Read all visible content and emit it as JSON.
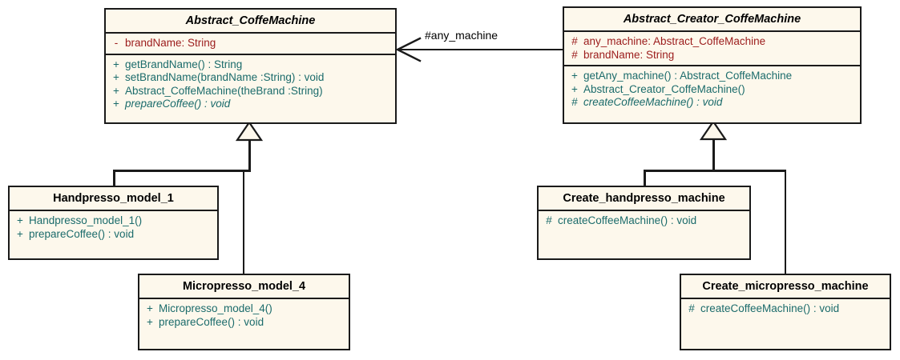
{
  "diagram": {
    "title": "Abstract Factory / Factory Method UML class diagram",
    "type": "uml-class-diagram",
    "colors": {
      "class_fill": "#FDF8EC",
      "border": "#1a1a1a",
      "attribute_text": "#9B1B1B",
      "method_text": "#1B6B6B",
      "class_name_text": "#000000",
      "background": "#ffffff"
    }
  },
  "classes": {
    "abstract_coffemachine": {
      "name": "Abstract_CoffeMachine",
      "abstract": true,
      "attributes": [
        {
          "visibility": "-",
          "text": "brandName:  String",
          "abstract": false
        }
      ],
      "methods": [
        {
          "visibility": "+",
          "text": "getBrandName() : String",
          "abstract": false
        },
        {
          "visibility": "+",
          "text": "setBrandName(brandName :String) : void",
          "abstract": false
        },
        {
          "visibility": "+",
          "text": "Abstract_CoffeMachine(theBrand :String)",
          "abstract": false
        },
        {
          "visibility": "+",
          "text": "prepareCoffee() : void",
          "abstract": true
        }
      ]
    },
    "abstract_creator_coffemachine": {
      "name": "Abstract_Creator_CoffeMachine",
      "abstract": true,
      "attributes": [
        {
          "visibility": "#",
          "text": "any_machine:  Abstract_CoffeMachine",
          "abstract": false
        },
        {
          "visibility": "#",
          "text": "brandName:  String",
          "abstract": false
        }
      ],
      "methods": [
        {
          "visibility": "+",
          "text": "getAny_machine() : Abstract_CoffeMachine",
          "abstract": false
        },
        {
          "visibility": "+",
          "text": "Abstract_Creator_CoffeMachine()",
          "abstract": false
        },
        {
          "visibility": "#",
          "text": "createCoffeeMachine() : void",
          "abstract": true
        }
      ]
    },
    "handpresso_model_1": {
      "name": "Handpresso_model_1",
      "abstract": false,
      "attributes": [],
      "methods": [
        {
          "visibility": "+",
          "text": "Handpresso_model_1()",
          "abstract": false
        },
        {
          "visibility": "+",
          "text": "prepareCoffee() : void",
          "abstract": false
        }
      ]
    },
    "micropresso_model_4": {
      "name": "Micropresso_model_4",
      "abstract": false,
      "attributes": [],
      "methods": [
        {
          "visibility": "+",
          "text": "Micropresso_model_4()",
          "abstract": false
        },
        {
          "visibility": "+",
          "text": "prepareCoffee() : void",
          "abstract": false
        }
      ]
    },
    "create_handpresso_machine": {
      "name": "Create_handpresso_machine",
      "abstract": false,
      "attributes": [],
      "methods": [
        {
          "visibility": "#",
          "text": "createCoffeeMachine() : void",
          "abstract": false
        }
      ]
    },
    "create_micropresso_machine": {
      "name": "Create_micropresso_machine",
      "abstract": false,
      "attributes": [],
      "methods": [
        {
          "visibility": "#",
          "text": "createCoffeeMachine() : void",
          "abstract": false
        }
      ]
    }
  },
  "relationships": {
    "association": {
      "label": "#any_machine",
      "from": "Abstract_Creator_CoffeMachine",
      "to": "Abstract_CoffeMachine",
      "kind": "directed-association"
    },
    "generalizations": [
      {
        "from": "Handpresso_model_1",
        "to": "Abstract_CoffeMachine"
      },
      {
        "from": "Micropresso_model_4",
        "to": "Abstract_CoffeMachine"
      },
      {
        "from": "Create_handpresso_machine",
        "to": "Abstract_Creator_CoffeMachine"
      },
      {
        "from": "Create_micropresso_machine",
        "to": "Abstract_Creator_CoffeMachine"
      }
    ]
  }
}
